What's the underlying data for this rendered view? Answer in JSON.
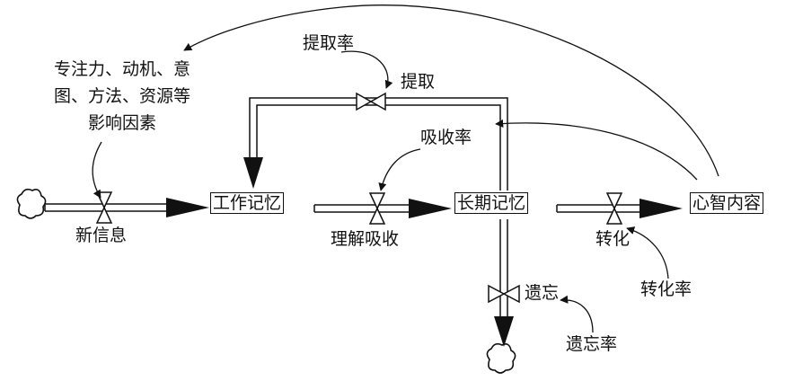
{
  "stocks": {
    "working_memory": "工作记忆",
    "long_term_memory": "长期记忆",
    "mental_content": "心智内容"
  },
  "flows": {
    "new_info": "新信息",
    "comprehension": "理解吸收",
    "extraction": "提取",
    "conversion": "转化",
    "forgetting": "遗忘"
  },
  "rates": {
    "extraction_rate": "提取率",
    "absorption_rate": "吸收率",
    "conversion_rate": "转化率",
    "forgetting_rate": "遗忘率"
  },
  "factors": {
    "line1": "专注力、动机、意",
    "line2": "图、方法、资源等",
    "line3": "影响因素"
  },
  "colors": {
    "ink": "#111111",
    "background": "#ffffff"
  }
}
